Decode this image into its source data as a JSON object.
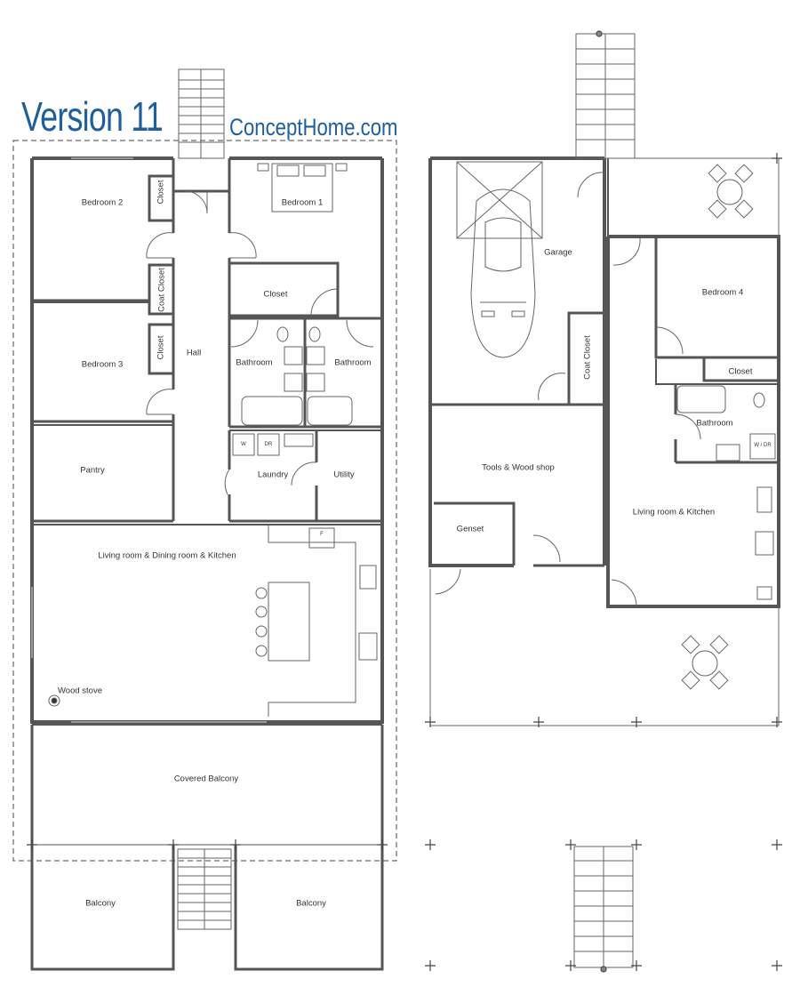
{
  "header": {
    "version": "Version 11",
    "brand": "ConceptHome.com"
  },
  "main_floor": {
    "rooms": {
      "bedroom_2": "Bedroom 2",
      "closet_bed2": "Closet",
      "bedroom_1": "Bedroom 1",
      "coat_closet": "Coat Closet",
      "closet_main": "Closet",
      "hall": "Hall",
      "bedroom_3": "Bedroom 3",
      "closet_bed3": "Closet",
      "bathroom_left": "Bathroom",
      "bathroom_right": "Bathroom",
      "pantry": "Pantry",
      "laundry": "Laundry",
      "utility": "Utility",
      "living": "Living room & Dining room & Kitchen",
      "wood_stove": "Wood stove",
      "covered_balcony": "Covered Balcony",
      "balcony_left": "Balcony",
      "balcony_right": "Balcony"
    },
    "fixtures": {
      "washer": "W",
      "dryer": "DR",
      "fridge": "F"
    }
  },
  "lower_floor": {
    "rooms": {
      "garage": "Garage",
      "coat_closet": "Coat Closet",
      "bedroom_4": "Bedroom 4",
      "closet": "Closet",
      "bathroom": "Bathroom",
      "tools": "Tools & Wood shop",
      "genset": "Genset",
      "living_kitchen": "Living room & Kitchen"
    },
    "fixtures": {
      "washer_dryer": "W / DR"
    }
  }
}
